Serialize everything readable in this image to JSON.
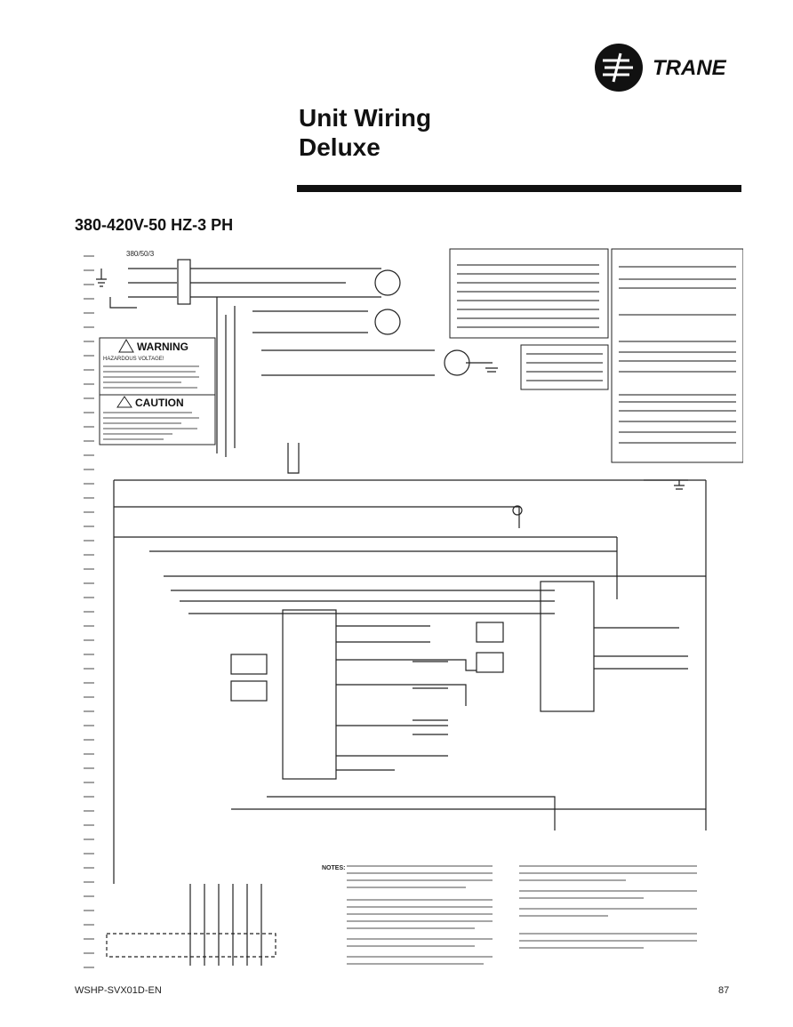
{
  "brand": {
    "name": "TRANE"
  },
  "title": {
    "line1": "Unit Wiring",
    "line2": "Deluxe"
  },
  "subtitle": "380-420V-50 HZ-3 PH",
  "supply_label": "380/50/3",
  "warning": {
    "heading": "WARNING",
    "sub": "HAZARDOUS VOLTAGE!"
  },
  "caution": {
    "heading": "CAUTION"
  },
  "notes_heading": "NOTES:",
  "footer": {
    "doc": "WSHP-SVX01D-EN",
    "page": "87"
  }
}
